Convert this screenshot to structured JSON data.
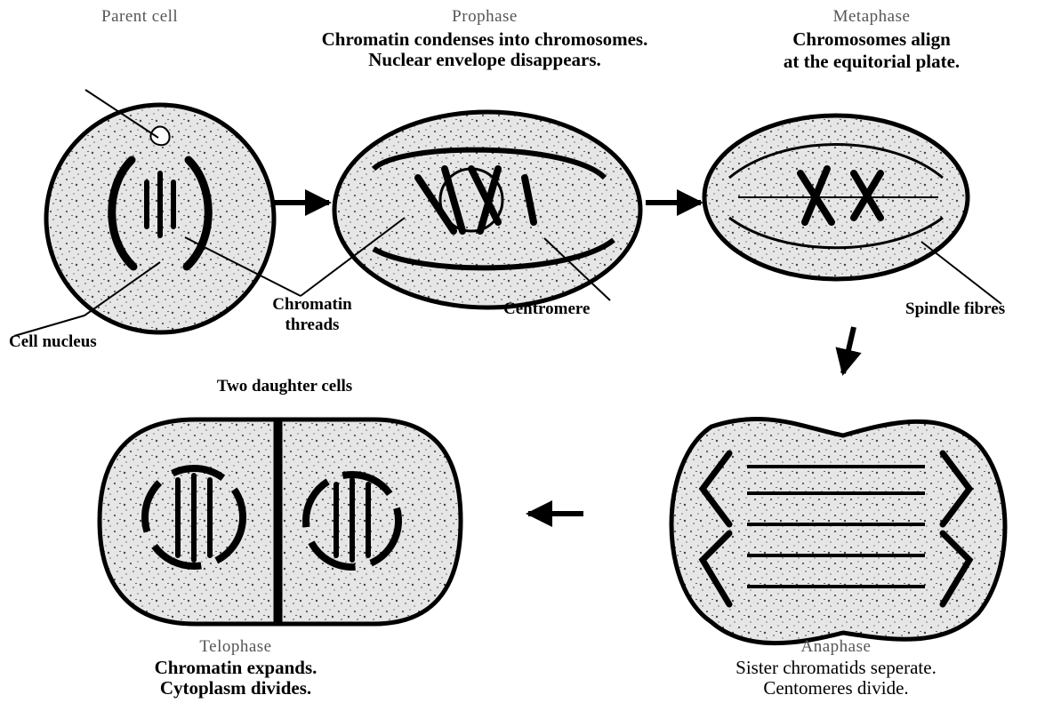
{
  "stages": {
    "parent": {
      "title": "Parent cell"
    },
    "prophase": {
      "title": "Prophase",
      "line1": "Chromatin condenses into chromosomes.",
      "line2": "Nuclear envelope disappears."
    },
    "metaphase": {
      "title": "Metaphase",
      "line1": "Chromosomes align",
      "line2": "at the equitorial plate."
    },
    "anaphase": {
      "title": "Anaphase",
      "line1": "Sister chromatids seperate.",
      "line2": "Centomeres divide."
    },
    "telophase": {
      "title": "Telophase",
      "line1": "Chromatin expands.",
      "line2": "Cytoplasm divides."
    }
  },
  "labels": {
    "cell_nucleus": "Cell nucleus",
    "chromatin_threads_1": "Chromatin",
    "chromatin_threads_2": "threads",
    "centromere": "Centromere",
    "spindle_fibres": "Spindle fibres",
    "two_daughter_cells": "Two daughter cells"
  },
  "colors": {
    "ink": "#000000",
    "cell_fill": "#e6e6e6",
    "speckle": "#555555",
    "stage_title": "#555555"
  }
}
